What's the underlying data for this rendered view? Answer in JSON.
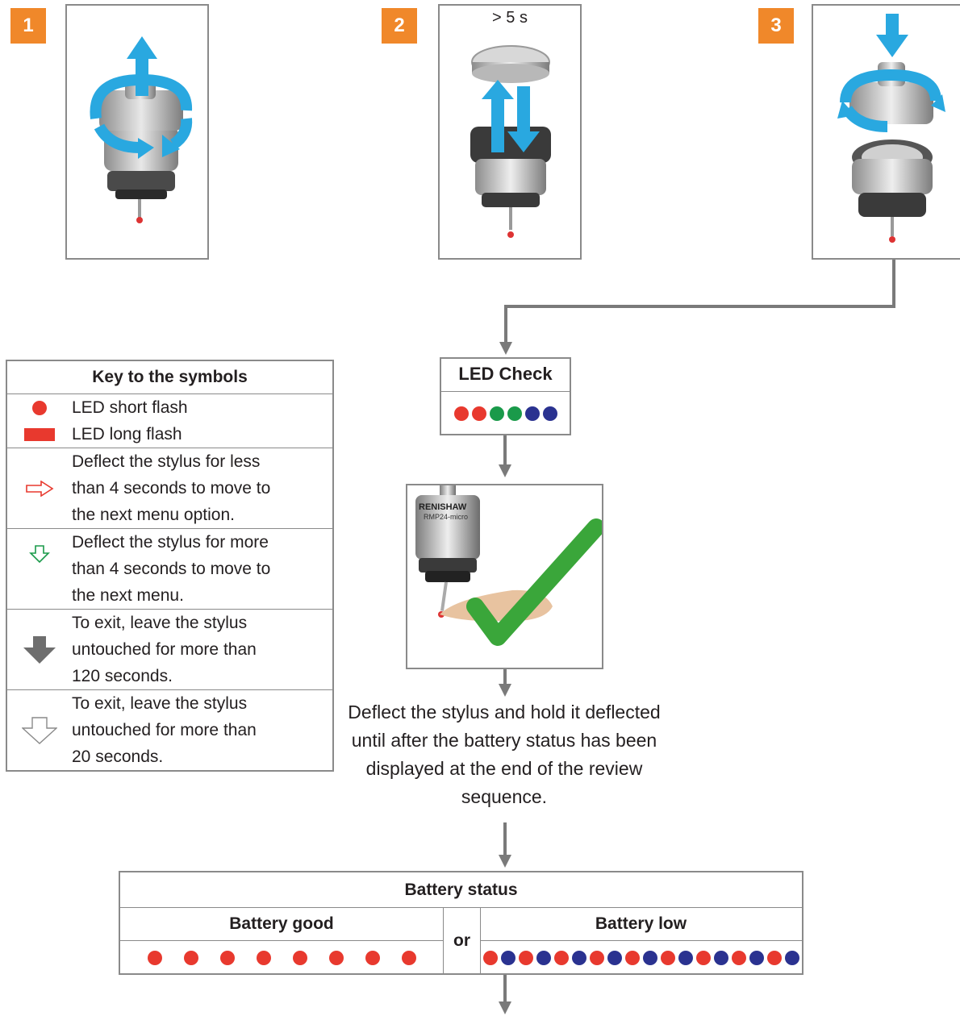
{
  "steps": [
    {
      "number": "1",
      "caption": ""
    },
    {
      "number": "2",
      "caption": "> 5 s"
    },
    {
      "number": "3",
      "caption": ""
    }
  ],
  "led_check": {
    "title": "LED Check",
    "sequence": [
      "red",
      "red",
      "green",
      "green",
      "blue",
      "blue"
    ]
  },
  "photo": {
    "brand": "RENISHAW",
    "model": "RMP24-micro"
  },
  "instruction": "Deflect the stylus and hold it deflected until after the battery status has been displayed at the end of the review sequence.",
  "key": {
    "title": "Key to the symbols",
    "rows": [
      {
        "symbol": "led-short-flash-icon",
        "lines": [
          "LED short flash"
        ]
      },
      {
        "symbol": "led-long-flash-icon",
        "lines": [
          "LED long flash"
        ]
      },
      {
        "symbol": "red-outline-arrow-right-icon",
        "lines": [
          "Deflect the stylus for less",
          "than 4 seconds to move to",
          "the next menu option."
        ]
      },
      {
        "symbol": "green-outline-arrow-down-icon",
        "lines": [
          "Deflect the stylus for more",
          "than 4 seconds to move to",
          "the next menu."
        ]
      },
      {
        "symbol": "solid-grey-arrow-down-icon",
        "lines": [
          "To exit, leave the stylus",
          "untouched for more than",
          "120 seconds."
        ]
      },
      {
        "symbol": "outline-grey-arrow-down-icon",
        "lines": [
          "To exit, leave the stylus",
          "untouched for more than",
          "20 seconds."
        ]
      }
    ]
  },
  "battery": {
    "title": "Battery status",
    "good_label": "Battery good",
    "low_label": "Battery low",
    "or_label": "or",
    "good_sequence": [
      "red",
      "red",
      "red",
      "red",
      "red",
      "red",
      "red",
      "red"
    ],
    "low_sequence": [
      "red",
      "blue",
      "red",
      "blue",
      "red",
      "blue",
      "red",
      "blue",
      "red",
      "blue",
      "red",
      "blue",
      "red",
      "blue",
      "red",
      "blue",
      "red",
      "blue"
    ]
  },
  "colors": {
    "accent": "#f0882a",
    "led_red": "#e8392e",
    "led_green": "#1a9a4a",
    "led_blue": "#2a3290",
    "arrow_blue": "#29a8e0",
    "connector": "#7a7a7a",
    "border": "#8a8a8a",
    "check_green": "#3aa63a"
  }
}
